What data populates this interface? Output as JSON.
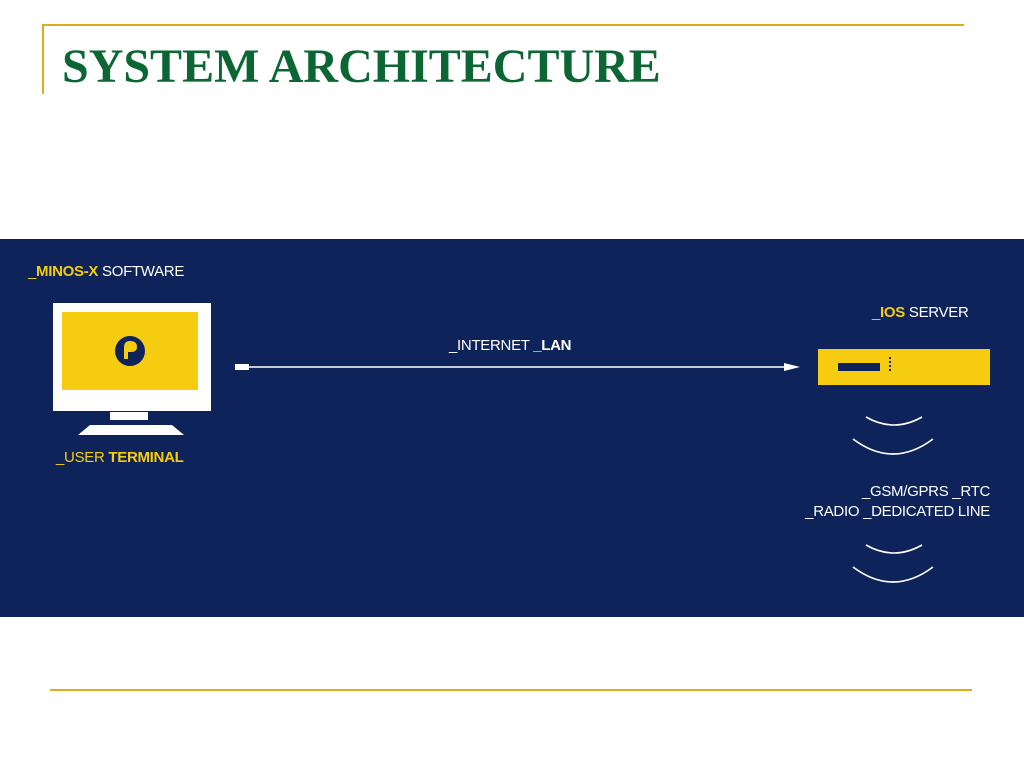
{
  "slide": {
    "title": "SYSTEM ARCHITECTURE"
  },
  "diagram": {
    "software": {
      "prefix": "_",
      "name": "MINOS-X",
      "suffix": " SOFTWARE"
    },
    "terminal": {
      "prefix": "_USER ",
      "name": "TERMINAL"
    },
    "network": {
      "prefix": "_INTERNET ",
      "name": "_LAN"
    },
    "server": {
      "prefix": "_",
      "name": "IOS",
      "suffix": " SERVER"
    },
    "links": {
      "line1": "_GSM/GPRS _RTC",
      "line2": "_RADIO _DEDICATED LINE"
    },
    "colors": {
      "panel": "#0e2359",
      "accent": "#f5cc0f",
      "title": "#0b6633",
      "rule": "#e0ac1d"
    }
  }
}
